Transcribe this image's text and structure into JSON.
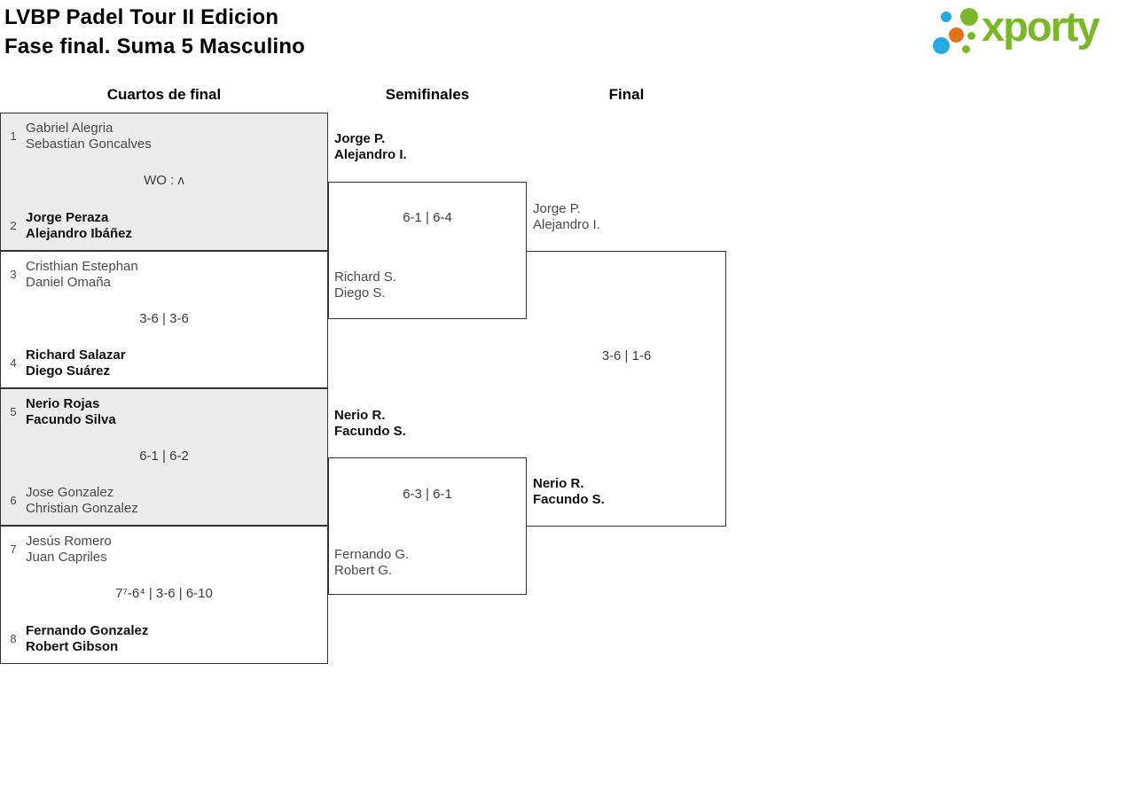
{
  "header": {
    "title_line1": "LVBP Padel Tour II Edicion",
    "title_line2": "Fase final. Suma 5 Masculino"
  },
  "logo": {
    "text": "xporty",
    "colors": {
      "green": "#7ab829",
      "blue": "#29a9e1",
      "orange": "#e0731d"
    },
    "dots": [
      "blue-small",
      "green-large",
      "orange",
      "green-tiny",
      "blue-large",
      "green-tiny-2"
    ]
  },
  "colors": {
    "box_alt_background": "#ececec",
    "border": "#333333",
    "team_text": "#4a4a4a",
    "winner_text": "#101010"
  },
  "bracket": {
    "rounds": [
      {
        "label": "Cuartos de final",
        "matches": [
          {
            "seed_top": "1",
            "team_top": [
              "Gabriel Alegria",
              "Sebastian Goncalves"
            ],
            "score": "WO : ʌ",
            "seed_bottom": "2",
            "team_bottom": [
              "Jorge Peraza",
              "Alejandro Ibáñez"
            ],
            "winner": 2
          },
          {
            "seed_top": "3",
            "team_top": [
              "Cristhian Estephan",
              "Daniel Omaña"
            ],
            "score": "3-6 | 3-6",
            "seed_bottom": "4",
            "team_bottom": [
              "Richard Salazar",
              "Diego Suárez"
            ],
            "winner": 2
          },
          {
            "seed_top": "5",
            "team_top": [
              "Nerio Rojas",
              "Facundo Silva"
            ],
            "score": "6-1 | 6-2",
            "seed_bottom": "6",
            "team_bottom": [
              "Jose Gonzalez",
              "Christian Gonzalez"
            ],
            "winner": 1
          },
          {
            "seed_top": "7",
            "team_top": [
              "Jesús Romero",
              "Juan Capriles"
            ],
            "score": "7⁷-6⁴ | 3-6 | 6-10",
            "seed_bottom": "8",
            "team_bottom": [
              "Fernando Gonzalez",
              "Robert Gibson"
            ],
            "winner": 2
          }
        ]
      },
      {
        "label": "Semifinales",
        "matches": [
          {
            "team_top": [
              "Jorge P.",
              "Alejandro I."
            ],
            "score": "6-1 | 6-4",
            "team_bottom": [
              "Richard S.",
              "Diego S."
            ],
            "winner": 1
          },
          {
            "team_top": [
              "Nerio R.",
              "Facundo S."
            ],
            "score": "6-3 | 6-1",
            "team_bottom": [
              "Fernando G.",
              "Robert G."
            ],
            "winner": 1
          }
        ]
      },
      {
        "label": "Final",
        "matches": [
          {
            "team_top": [
              "Jorge P.",
              "Alejandro I."
            ],
            "score": "3-6 | 1-6",
            "team_bottom": [
              "Nerio R.",
              "Facundo S."
            ],
            "winner": 2
          }
        ]
      }
    ]
  }
}
